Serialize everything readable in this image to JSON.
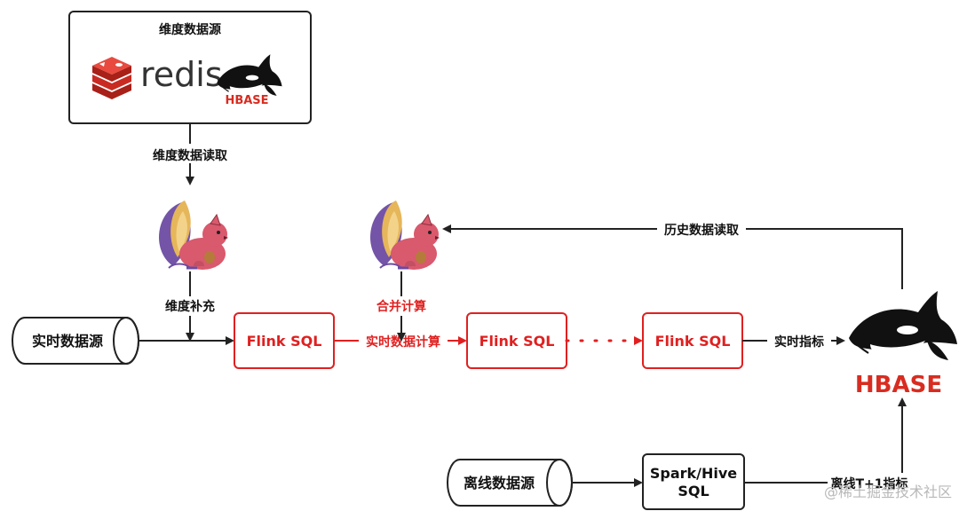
{
  "colors": {
    "stroke": "#222222",
    "highlight": "#e02020",
    "squirrel_body": "#d9596d",
    "squirrel_tail_purple": "#6b4ba2",
    "squirrel_tail_gold": "#e6b65a",
    "redis_red": "#d82c20",
    "watermark": "#b8b8b8"
  },
  "dimension_source": {
    "title": "维度数据源",
    "redis_label": "redis",
    "hbase_logo_text": "HBASE",
    "icons": [
      "redis-cube-icon",
      "orca-icon"
    ]
  },
  "edges": {
    "dimension_read": "维度数据读取",
    "dimension_fill": "维度补充",
    "merge_compute": "合并计算",
    "realtime_compute": "实时数据计算",
    "history_read": "历史数据读取",
    "realtime_metrics": "实时指标",
    "offline_t1_metrics": "离线T+1指标"
  },
  "nodes": {
    "realtime_source": "实时数据源",
    "flink_sql_1": "Flink SQL",
    "flink_sql_2": "Flink SQL",
    "flink_sql_3": "Flink SQL",
    "offline_source": "离线数据源",
    "spark_hive_line1": "Spark/Hive",
    "spark_hive_line2": "SQL"
  },
  "hbase_sink": {
    "logo_text": "HBASE",
    "icon": "orca-icon"
  },
  "flink_icons": [
    "flink-squirrel-icon",
    "flink-squirrel-icon"
  ],
  "watermark": "@稀土掘金技术社区"
}
